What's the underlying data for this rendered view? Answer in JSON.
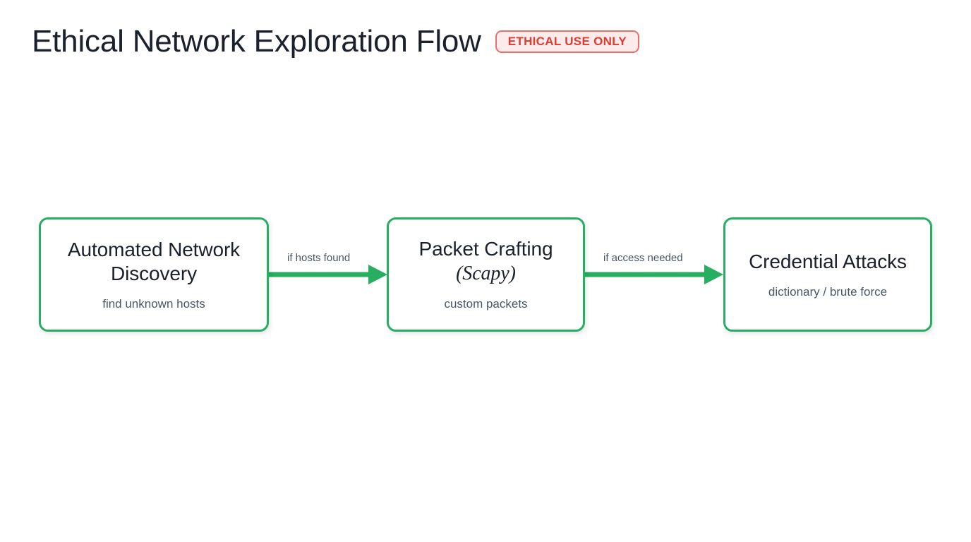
{
  "header": {
    "title": "Ethical Network Exploration Flow",
    "badge_label": "ETHICAL USE ONLY"
  },
  "colors": {
    "accent_green": "#27ae60",
    "badge_border": "#e8706a",
    "badge_fill": "#fdeceb",
    "badge_text": "#e03b30",
    "node_title_text": "#1a202c",
    "node_subtitle_text": "#4a5568",
    "background": "#ffffff"
  },
  "flow": {
    "nodes": [
      {
        "id": "discovery",
        "title": "Automated Network Discovery",
        "subtitle": "find unknown hosts"
      },
      {
        "id": "crafting",
        "title_prefix": "Packet Crafting",
        "title_emphasis": "(Scapy)",
        "subtitle": "custom packets"
      },
      {
        "id": "credential",
        "title": "Credential Attacks",
        "subtitle": "dictionary / brute force"
      }
    ],
    "edges": [
      {
        "id": "edge-1",
        "from": "discovery",
        "to": "crafting",
        "label": "if hosts found"
      },
      {
        "id": "edge-2",
        "from": "crafting",
        "to": "credential",
        "label": "if access needed"
      }
    ]
  }
}
